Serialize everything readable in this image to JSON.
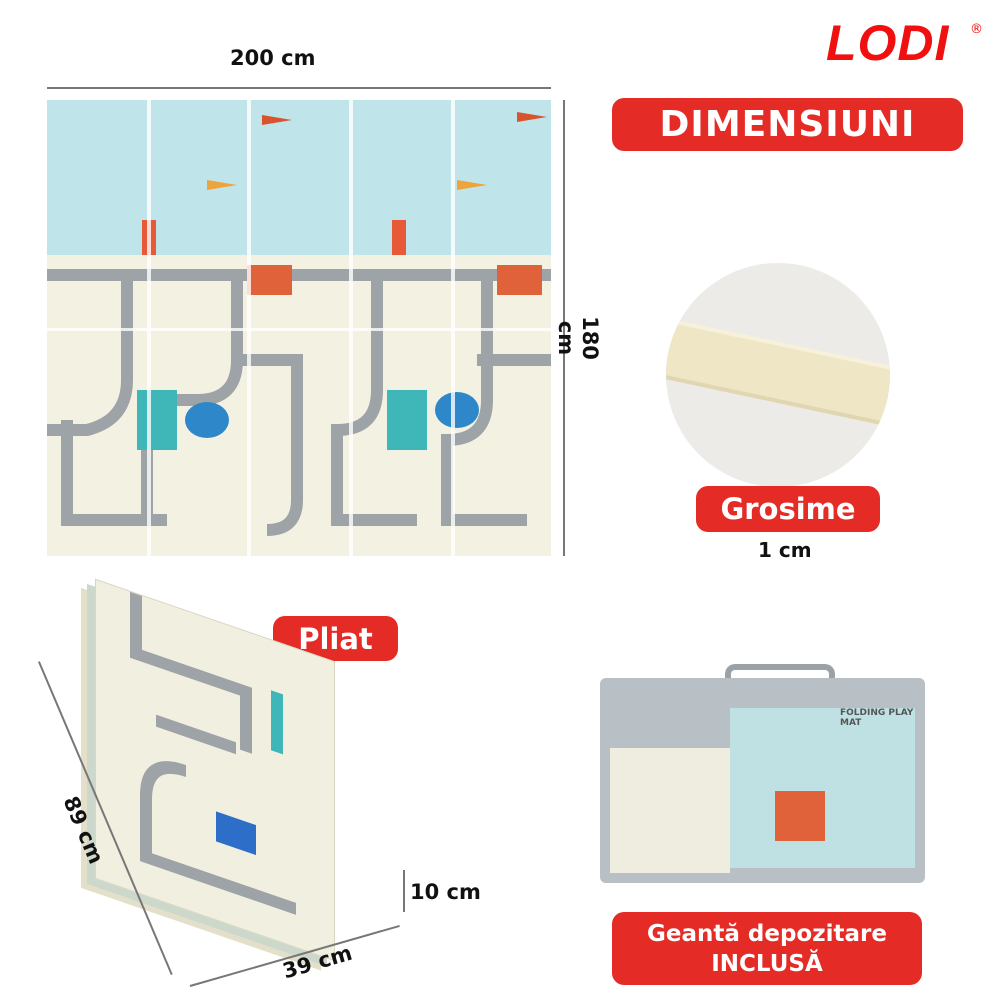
{
  "brand": {
    "logo": "LODI",
    "registered": "®"
  },
  "title": "DIMENSIUNI",
  "mat_dimensions": {
    "width": "200 cm",
    "height": "180 cm"
  },
  "thickness": {
    "label": "Grosime",
    "value": "1 cm"
  },
  "folded": {
    "label": "Pliat",
    "length": "89 cm",
    "width": "39 cm",
    "height": "10 cm"
  },
  "bag": {
    "print": "FOLDING PLAY MAT",
    "label_line1": "Geantă depozitare",
    "label_line2": "INCLUSĂ"
  },
  "colors": {
    "accent": "#e52b26",
    "logo": "#f01010"
  }
}
